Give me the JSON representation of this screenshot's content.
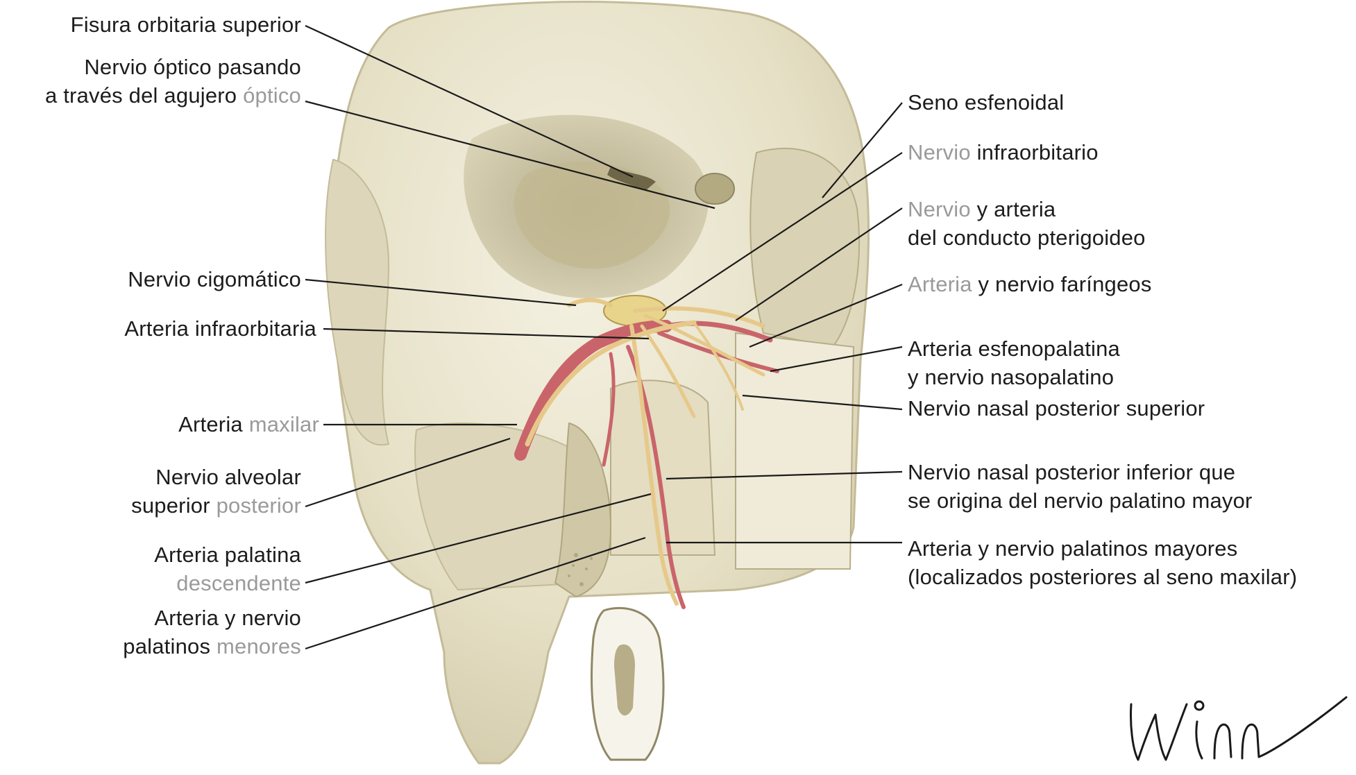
{
  "labels_left": [
    {
      "id": "fisura",
      "lines": [
        [
          {
            "t": "Fisura orbitaria superior",
            "g": false
          }
        ]
      ]
    },
    {
      "id": "optico",
      "lines": [
        [
          {
            "t": "Nervio óptico pasando",
            "g": false
          }
        ],
        [
          {
            "t": "a través del agujero ",
            "g": false
          },
          {
            "t": "óptico",
            "g": true
          }
        ]
      ]
    },
    {
      "id": "cigomatico",
      "lines": [
        [
          {
            "t": "Nervio cigomático",
            "g": false
          }
        ]
      ]
    },
    {
      "id": "infraorbitaria",
      "lines": [
        [
          {
            "t": "Arteria infraorbitaria",
            "g": false
          }
        ]
      ]
    },
    {
      "id": "maxilar",
      "lines": [
        [
          {
            "t": "Arteria ",
            "g": false
          },
          {
            "t": "maxilar",
            "g": true
          }
        ]
      ]
    },
    {
      "id": "alveolar",
      "lines": [
        [
          {
            "t": "Nervio alveolar",
            "g": false
          }
        ],
        [
          {
            "t": "superior ",
            "g": false
          },
          {
            "t": "posterior",
            "g": true
          }
        ]
      ]
    },
    {
      "id": "palatina-desc",
      "lines": [
        [
          {
            "t": "Arteria palatina",
            "g": false
          }
        ],
        [
          {
            "t": "descendente",
            "g": true
          }
        ]
      ]
    },
    {
      "id": "palatinos-menores",
      "lines": [
        [
          {
            "t": "Arteria y nervio",
            "g": false
          }
        ],
        [
          {
            "t": "palatinos ",
            "g": false
          },
          {
            "t": "menores",
            "g": true
          }
        ]
      ]
    }
  ],
  "labels_right": [
    {
      "id": "seno",
      "lines": [
        [
          {
            "t": "Seno esfenoidal",
            "g": false
          }
        ]
      ]
    },
    {
      "id": "infraorbitario",
      "lines": [
        [
          {
            "t": "Nervio ",
            "g": true
          },
          {
            "t": "infraorbitario",
            "g": false
          }
        ]
      ]
    },
    {
      "id": "pterigoideo",
      "lines": [
        [
          {
            "t": "Nervio ",
            "g": true
          },
          {
            "t": "y arteria",
            "g": false
          }
        ],
        [
          {
            "t": "del conducto pterigoideo",
            "g": false
          }
        ]
      ]
    },
    {
      "id": "faringeos",
      "lines": [
        [
          {
            "t": "Arteria ",
            "g": true
          },
          {
            "t": "y nervio faríngeos",
            "g": false
          }
        ]
      ]
    },
    {
      "id": "esfenopalatina",
      "lines": [
        [
          {
            "t": "Arteria esfenopalatina",
            "g": false
          }
        ],
        [
          {
            "t": "y nervio nasopalatino",
            "g": false
          }
        ]
      ]
    },
    {
      "id": "nasal-sup",
      "lines": [
        [
          {
            "t": "Nervio nasal posterior superior",
            "g": false
          }
        ]
      ]
    },
    {
      "id": "nasal-inf",
      "lines": [
        [
          {
            "t": "Nervio nasal posterior inferior que",
            "g": false
          }
        ],
        [
          {
            "t": "se origina del nervio palatino mayor",
            "g": false
          }
        ]
      ]
    },
    {
      "id": "palatinos-mayores",
      "lines": [
        [
          {
            "t": "Arteria y nervio palatinos mayores",
            "g": false
          }
        ],
        [
          {
            "t": "(localizados posteriores al seno maxilar)",
            "g": false
          }
        ]
      ]
    }
  ],
  "signature": "Winn",
  "colors": {
    "bone": "#e9e4cf",
    "bone_shadow": "#c9c1a0",
    "bone_dark": "#8f8766",
    "artery": "#c9656a",
    "nerve": "#e6c98a",
    "leader": "#1a1a1a",
    "text": "#1c1c1c",
    "grey_text": "#9a9a9a"
  }
}
